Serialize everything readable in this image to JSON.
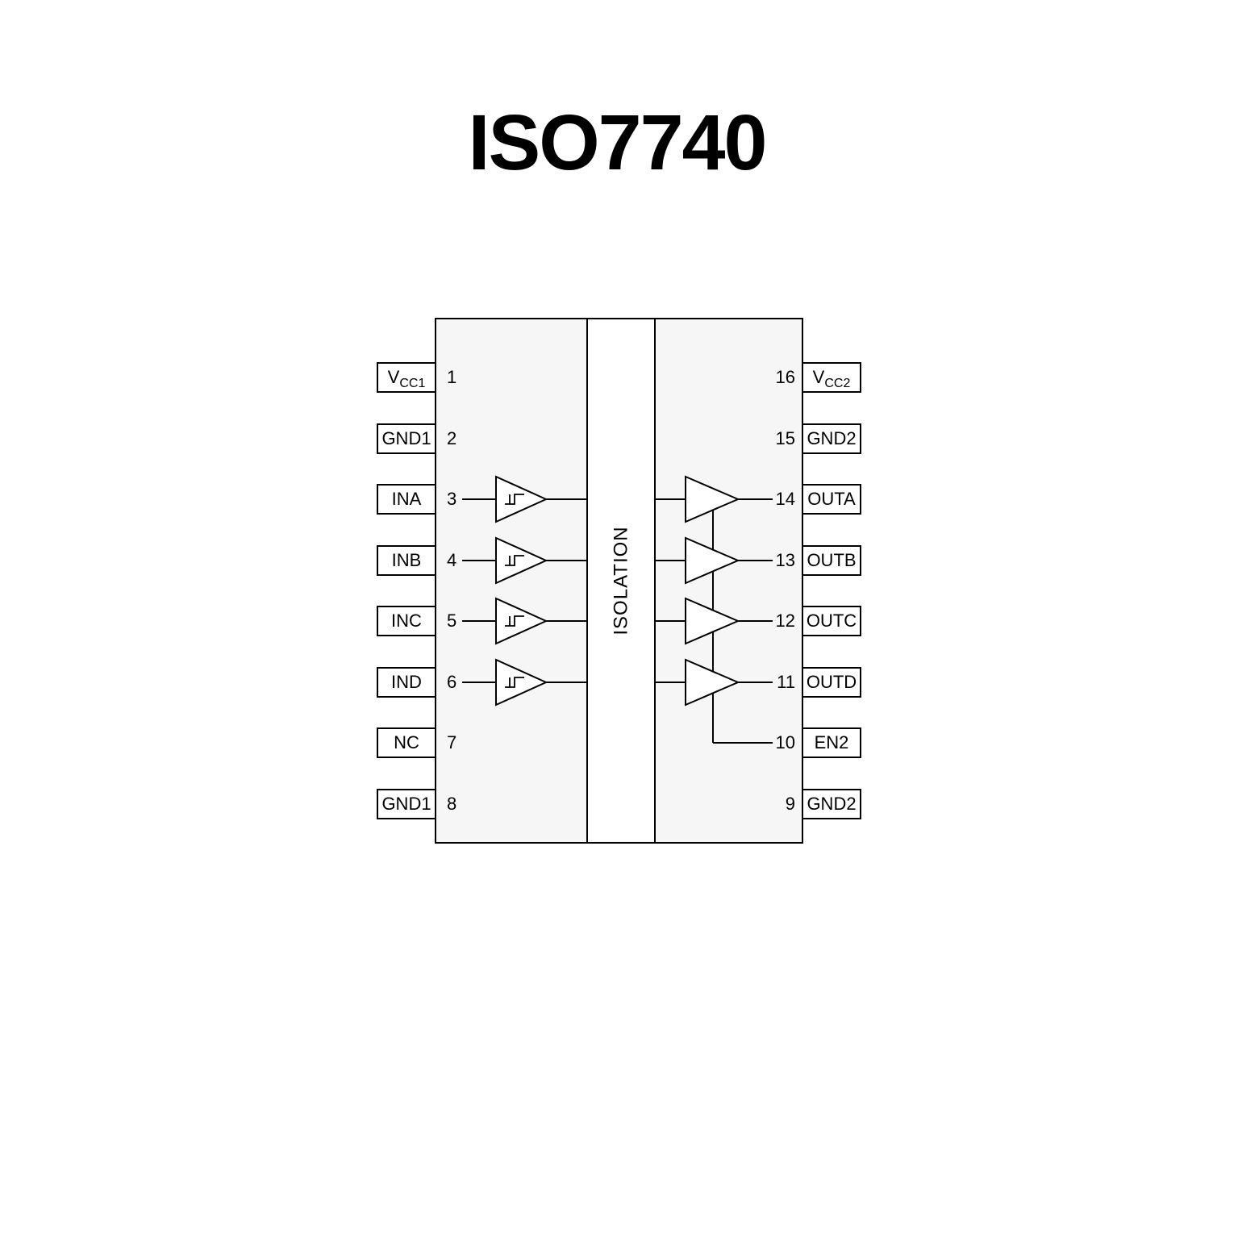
{
  "title": "ISO7740",
  "chip": {
    "isolation_label": "ISOLATION",
    "fill": "#f6f6f6",
    "stroke": "#000000",
    "pin_box_fill": "#ffffff"
  },
  "left_pins": [
    {
      "number": "1",
      "label": "V",
      "sub": "CC1",
      "buffer": "none"
    },
    {
      "number": "2",
      "label": "GND1",
      "sub": "",
      "buffer": "none"
    },
    {
      "number": "3",
      "label": "INA",
      "sub": "",
      "buffer": "schmitt-input"
    },
    {
      "number": "4",
      "label": "INB",
      "sub": "",
      "buffer": "schmitt-input"
    },
    {
      "number": "5",
      "label": "INC",
      "sub": "",
      "buffer": "schmitt-input"
    },
    {
      "number": "6",
      "label": "IND",
      "sub": "",
      "buffer": "schmitt-input"
    },
    {
      "number": "7",
      "label": "NC",
      "sub": "",
      "buffer": "none"
    },
    {
      "number": "8",
      "label": "GND1",
      "sub": "",
      "buffer": "none"
    }
  ],
  "right_pins": [
    {
      "number": "16",
      "label": "V",
      "sub": "CC2",
      "buffer": "none"
    },
    {
      "number": "15",
      "label": "GND2",
      "sub": "",
      "buffer": "none"
    },
    {
      "number": "14",
      "label": "OUTA",
      "sub": "",
      "buffer": "output-driver"
    },
    {
      "number": "13",
      "label": "OUTB",
      "sub": "",
      "buffer": "output-driver"
    },
    {
      "number": "12",
      "label": "OUTC",
      "sub": "",
      "buffer": "output-driver"
    },
    {
      "number": "11",
      "label": "OUTD",
      "sub": "",
      "buffer": "output-driver"
    },
    {
      "number": "10",
      "label": "EN2",
      "sub": "",
      "buffer": "enable-line"
    },
    {
      "number": "9",
      "label": "GND2",
      "sub": "",
      "buffer": "none"
    }
  ]
}
